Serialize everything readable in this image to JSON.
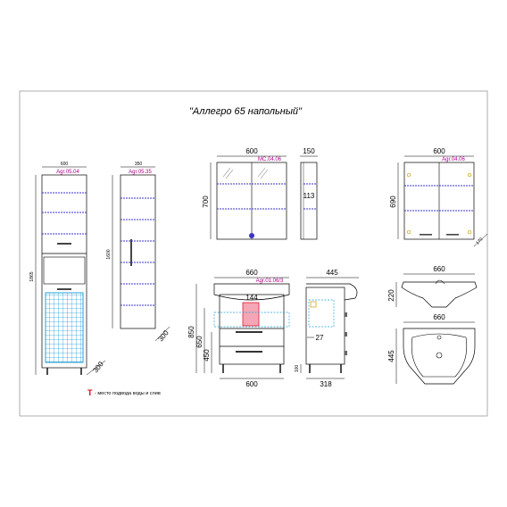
{
  "title": "\"Аллегро 65 напольный\"",
  "colors": {
    "line": "#000000",
    "article": "#b0008a",
    "water": "#e0001a",
    "shelf": "#3a34c8",
    "basket": "#2aa0d8",
    "frame": "#9a9a9a"
  },
  "tall_cabinet": {
    "width": "600",
    "article": "Agr.05.04",
    "height": "1865",
    "depth": "300"
  },
  "narrow_cabinet": {
    "width": "350",
    "article": "Agr.05.35",
    "height": "1600",
    "depth": "300"
  },
  "mirror_cabinet": {
    "width": "600",
    "article": "MC.04.06",
    "height": "700",
    "side_depth": "150",
    "side_inner": "113"
  },
  "wall_cabinet": {
    "width": "600",
    "article": "Agr.04.06",
    "height": "690",
    "depth": "170"
  },
  "vanity": {
    "width_top": "660",
    "article": "Agr.01.06/3",
    "width_bottom": "600",
    "h_total": "850",
    "h_body": "650",
    "h_inner": "450",
    "zone_width": "144",
    "side_depth": "445",
    "side_bottom": "318",
    "side_mark": "27",
    "leg_height": "100"
  },
  "basin": {
    "width_front": "660",
    "height_front": "220",
    "width_top": "660",
    "depth_top": "445"
  },
  "legend": {
    "mark": "T",
    "text": "- место подвода воды и слив"
  }
}
